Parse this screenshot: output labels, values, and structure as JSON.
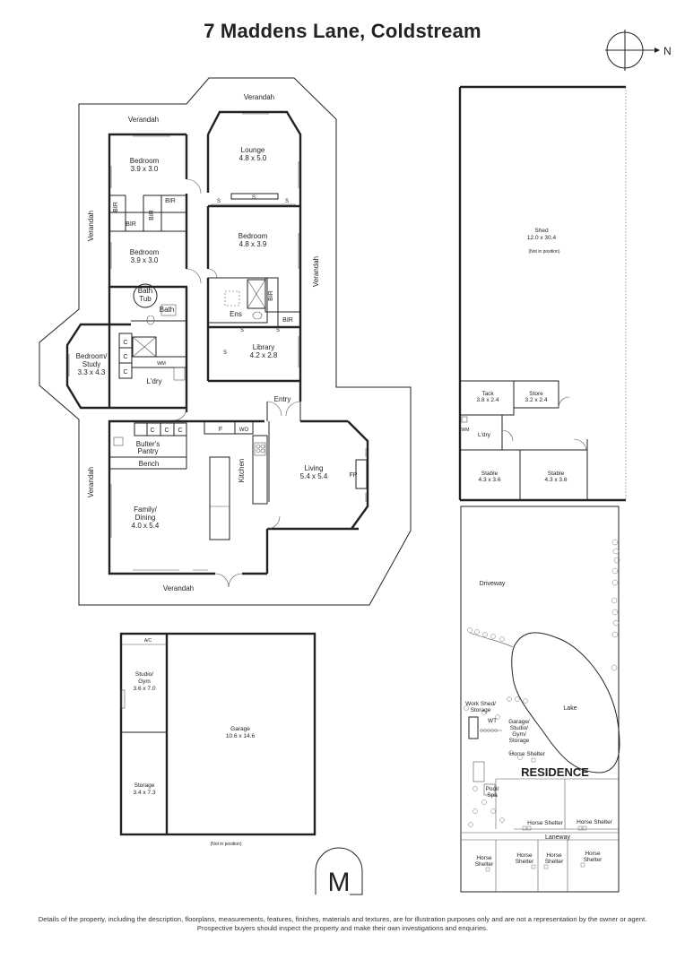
{
  "title": "7 Maddens Lane, Coldstream",
  "compass": {
    "label": "N"
  },
  "verandahs": {
    "top": "Verandah",
    "top_left": "Verandah",
    "left_upper": "Verandah",
    "left_lower": "Verandah",
    "bottom": "Verandah",
    "right": "Verandah"
  },
  "house": {
    "bed1": {
      "name": "Bedroom",
      "size": "3.9 x 3.0"
    },
    "bed2": {
      "name": "Bedroom",
      "size": "3.9 x 3.0"
    },
    "lounge": {
      "name": "Lounge",
      "size": "4.8 x 5.0"
    },
    "bed_main": {
      "name": "Bedroom",
      "size": "4.8 x 3.9"
    },
    "ens": "Ens",
    "bir": "BIR",
    "bath": "Bath",
    "bath_tub_1": "Bath",
    "bath_tub_2": "Tub",
    "library": {
      "name": "Library",
      "size": "4.2 x 2.8"
    },
    "study_1": "Bedroom/",
    "study_2": "Study",
    "study_size": "3.3 x 4.3",
    "ldry": "L'dry",
    "wm": "WM",
    "c": "C",
    "s": "S",
    "f": "F",
    "wo": "WO",
    "fp": "FP",
    "entry": "Entry",
    "pantry_1": "Bulter's",
    "pantry_2": "Pantry",
    "bench": "Bench",
    "kitchen": "Kitchen",
    "living": {
      "name": "Living",
      "size": "5.4 x 5.4"
    },
    "family_1": "Family/",
    "family_2": "Dining",
    "family_size": "4.0 x 5.4"
  },
  "shed": {
    "name": "Shed",
    "size": "12.0 x 30.4",
    "note": "(Not in position)",
    "tack": {
      "name": "Tack",
      "size": "3.8 x 2.4"
    },
    "store": {
      "name": "Store",
      "size": "3.2 x 2.4"
    },
    "ldry": "L'dry",
    "wm": "WM",
    "stable1": {
      "name": "Stable",
      "size": "4.3 x 3.6"
    },
    "stable2": {
      "name": "Stable",
      "size": "4.3 x 3.6"
    }
  },
  "garage": {
    "ac": "A/C",
    "studio_1": "Studio/",
    "studio_2": "Gym",
    "studio_size": "3.6 x 7.0",
    "garage": {
      "name": "Garage",
      "size": "10.6 x 14.6"
    },
    "storage": {
      "name": "Storage",
      "size": "3.4 x 7.3"
    },
    "note": "(Not in position)"
  },
  "site": {
    "driveway": "Driveway",
    "lake": "Lake",
    "workshed_1": "Work Shed/",
    "workshed_2": "Storage",
    "wt": "WT",
    "garage_1": "Garage/",
    "garage_2": "Studio/",
    "garage_3": "Gym/",
    "garage_4": "Storage",
    "horse_shelter": "Horse Shelter",
    "horse": "Horse",
    "shelter": "Shelter",
    "residence": "RESIDENCE",
    "pool_1": "Pool/",
    "pool_2": "Spa",
    "laneway": "Laneway"
  },
  "logo": {
    "letter": "M"
  },
  "disclaimer_1": "Details of the property, including the description, floorplans, measurements, features, finishes, materials and textures, are for illustration purposes only and are not a representation by the owner or agent.",
  "disclaimer_2": "Prospective buyers should inspect the property and make their own investigations and enquiries."
}
